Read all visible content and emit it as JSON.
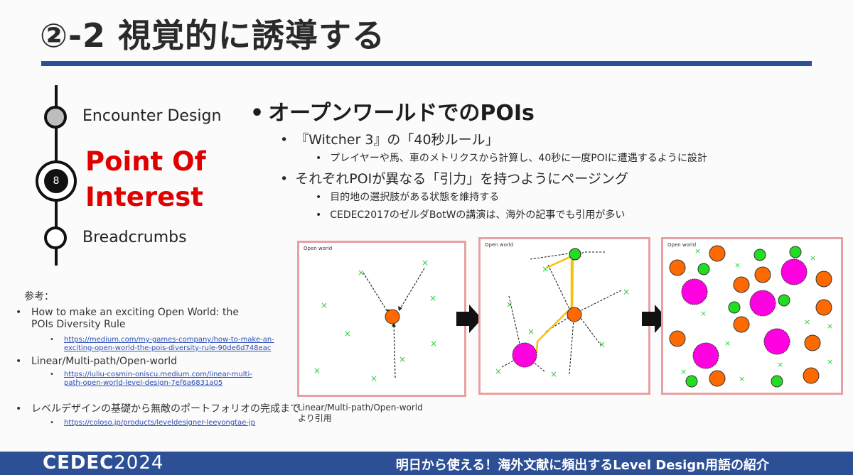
{
  "slide": {
    "title": "②-2 視覚的に誘導する",
    "timeline": {
      "encounter": "Encounter Design",
      "poi_line1": "Point Of",
      "poi_line2": "Interest",
      "poi_number": "8",
      "breadcrumbs": "Breadcrumbs"
    },
    "bullets": {
      "main": "オープンワールドでのPOIs",
      "sub1": "『Witcher 3』の「40秒ルール」",
      "sub1_detail": "プレイヤーや馬、車のメトリクスから計算し、40秒に一度POIに遭遇するように設計",
      "sub2": "それぞれPOIが異なる「引力」を持つようにページング",
      "sub2_detail1": "目的地の選択肢がある状態を維持する",
      "sub2_detail2": "CEDEC2017のゼルダBotWの講演は、海外の記事でも引用が多い"
    },
    "references": {
      "heading": "参考：",
      "items": [
        {
          "title_line1": "How to make an exciting Open World: the",
          "title_line2": "POIs Diversity Rule",
          "link_line1": "https://medium.com/my-games-company/how-to-make-an-",
          "link_line2": "exciting-open-world-the-pois-diversity-rule-90de6d748eac"
        },
        {
          "title_line1": "Linear/Multi-path/Open-world",
          "link_line1": "https://iuliu-cosmin-oniscu.medium.com/linear-multi-",
          "link_line2": "path-open-world-level-design-7ef6a6831a05"
        },
        {
          "title_line1": "レベルデザインの基礎から無敵のポートフォリオの完成まで",
          "link_line1": "https://coloso.jp/products/leveldesigner-leeyongtae-jp"
        }
      ]
    },
    "diagrams": {
      "panel_label": "Open world",
      "caption_line1": "Linear/Multi-path/Open-world",
      "caption_line2": "より引用",
      "colors": {
        "x": "#2ecc40",
        "orange": "#ff6a00",
        "magenta": "#ff00e1",
        "green": "#22dd22",
        "path": "#f4c10f",
        "border": "#e6a2a2"
      }
    },
    "footer": {
      "logo_left": "CEDEC",
      "logo_right": "2024",
      "tagline": "明日から使える！海外文献に頻出するLevel Design用語の紹介"
    },
    "colors": {
      "accent_blue": "#2c4f96",
      "poi_red": "#e00000"
    }
  }
}
